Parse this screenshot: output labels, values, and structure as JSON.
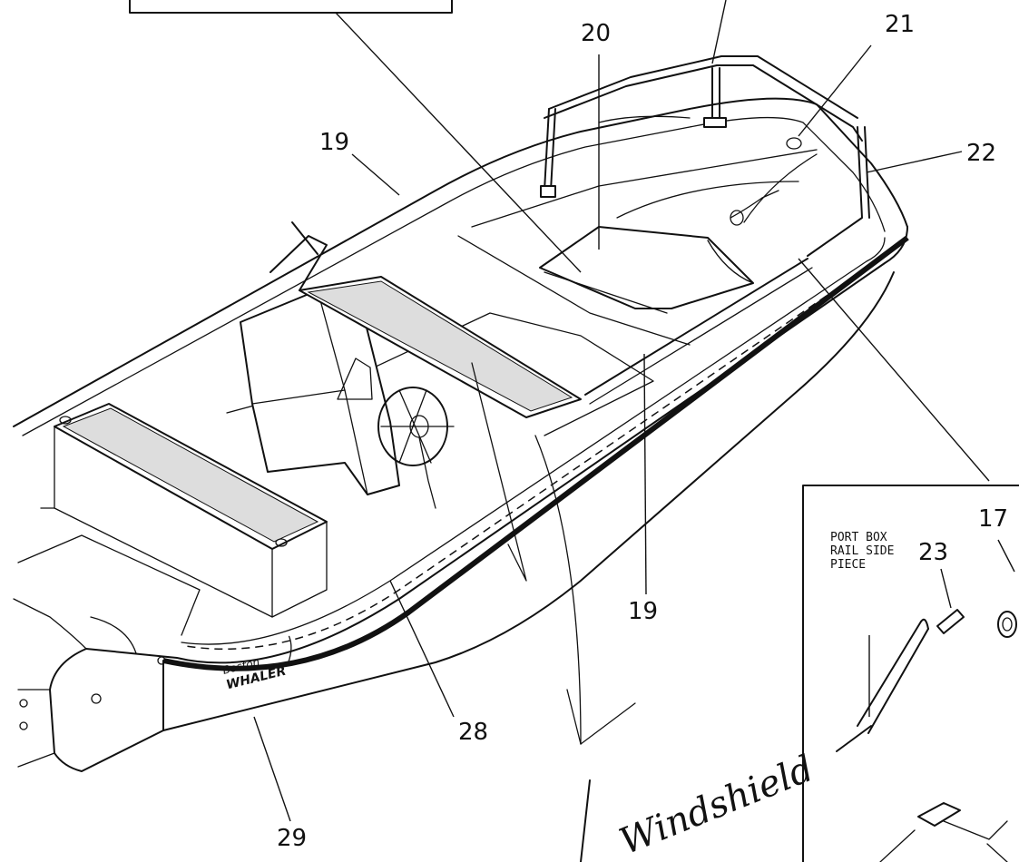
{
  "callouts": {
    "c20": "20",
    "c21": "21",
    "c22": "22",
    "c19_top": "19",
    "c19_bottom": "19",
    "c28": "28",
    "c29": "29",
    "c17": "17",
    "c23": "23"
  },
  "inset": {
    "port_label_line1": "PORT BOX",
    "port_label_line2": "RAIL SIDE",
    "port_label_line3": "PIECE"
  },
  "hull_brand": {
    "line1": "Boston",
    "line2": "WHALER"
  },
  "handwriting": "Windshield"
}
